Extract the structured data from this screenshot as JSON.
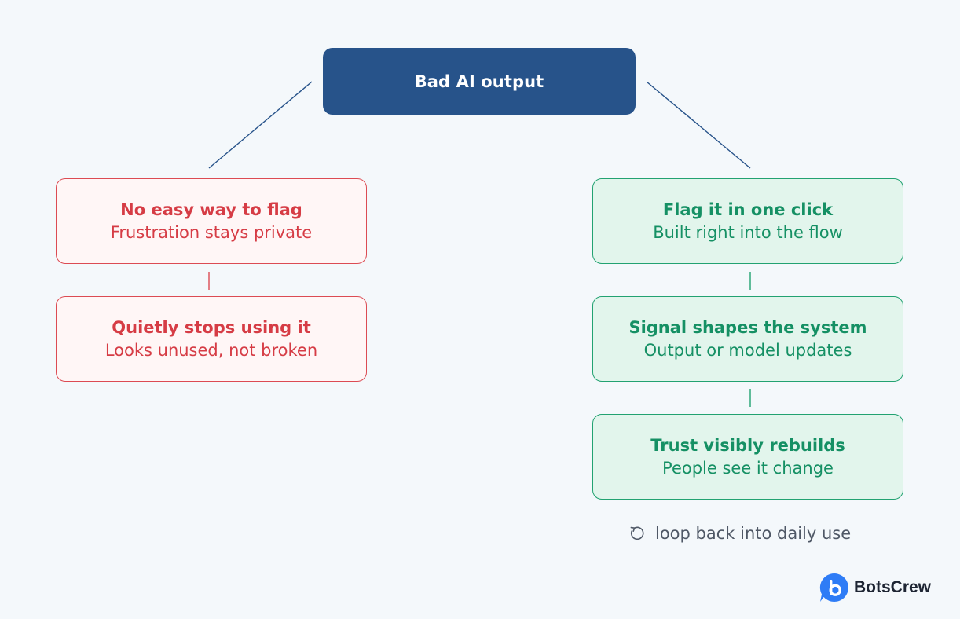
{
  "root": {
    "label": "Bad AI output"
  },
  "left_branch": [
    {
      "title": "No easy way to flag",
      "subtitle": "Frustration stays private"
    },
    {
      "title": "Quietly stops using it",
      "subtitle": "Looks unused, not broken"
    }
  ],
  "right_branch": [
    {
      "title": "Flag it in one click",
      "subtitle": "Built right into the flow"
    },
    {
      "title": "Signal shapes the system",
      "subtitle": "Output or model updates"
    },
    {
      "title": "Trust visibly rebuilds",
      "subtitle": "People see it change"
    }
  ],
  "loop_note": {
    "icon": "refresh-icon",
    "text": "loop back into daily use"
  },
  "brand": {
    "icon": "botscrew-logo",
    "name": "BotsCrew"
  },
  "colors": {
    "root_fill": "#27538a",
    "negative": "#d63c45",
    "negative_fill": "#fff6f6",
    "positive": "#159064",
    "positive_fill": "#e2f5ec",
    "background": "#f4f8fb"
  }
}
